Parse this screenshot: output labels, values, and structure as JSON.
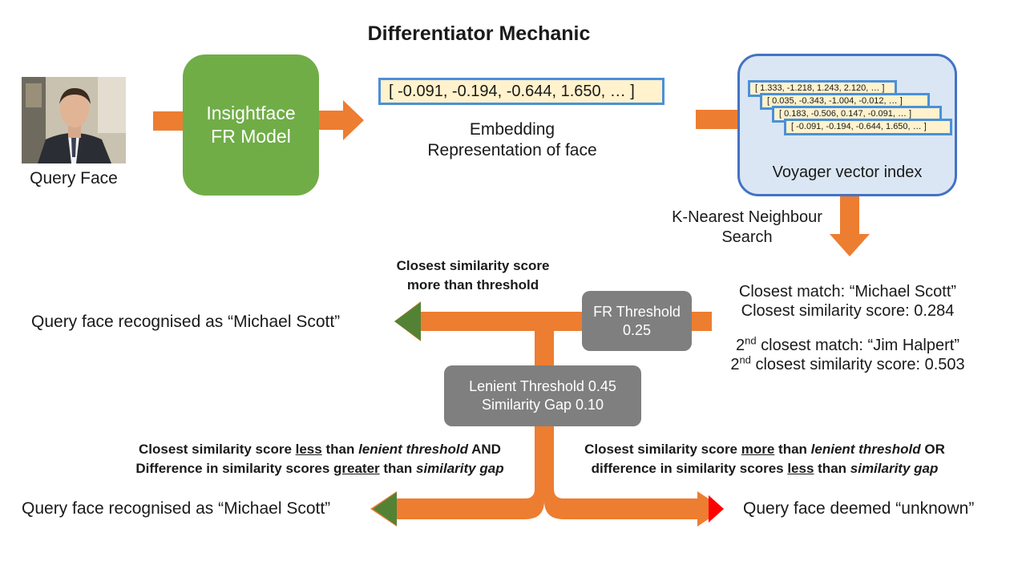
{
  "title": "Differentiator Mechanic",
  "query_face": {
    "caption": "Query Face"
  },
  "model": {
    "line1": "Insightface",
    "line2": "FR Model"
  },
  "embedding": {
    "vector": "[ -0.091, -0.194, -0.644, 1.650, … ]",
    "caption_line1": "Embedding",
    "caption_line2": "Representation of face"
  },
  "index": {
    "label": "Voyager vector index",
    "vectors": [
      "[ 1.333, -1.218, 1.243, 2.120, … ]",
      "[ 0.035, -0.343, -1.004, -0.012, … ]",
      "[ 0.183, -0.506, 0.147, -0.091, … ]",
      "[ -0.091, -0.194, -0.644, 1.650, … ]"
    ]
  },
  "knn": {
    "line1": "K-Nearest Neighbour",
    "line2": "Search"
  },
  "match_info": {
    "closest_match": "Closest match: “Michael Scott”",
    "closest_score": "Closest similarity score: 0.284",
    "second_prefix": "2",
    "second_sup": "nd",
    "second_match_rest": " closest match: “Jim Halpert”",
    "second_score_rest": " closest similarity score: 0.503"
  },
  "fr_threshold": {
    "line1": "FR Threshold",
    "line2": "0.25"
  },
  "lenient": {
    "line1": "Lenient Threshold 0.45",
    "line2": "Similarity Gap 0.10"
  },
  "condition_top": {
    "line1": "Closest similarity score",
    "line2": "more than threshold"
  },
  "condition_left": {
    "a1": "Closest similarity score ",
    "a2": "less",
    "a3": " than ",
    "a4": "lenient threshold",
    "a5": " AND",
    "b1": "Difference in similarity scores ",
    "b2": "greater",
    "b3": " than ",
    "b4": "similarity gap"
  },
  "condition_right": {
    "a1": "Closest similarity score ",
    "a2": "more",
    "a3": " than ",
    "a4": "lenient threshold",
    "a5": " OR",
    "b1": "difference in similarity scores ",
    "b2": "less",
    "b3": " than ",
    "b4": "similarity gap"
  },
  "results": {
    "top": "Query face recognised as “Michael Scott”",
    "bottom_left": "Query face recognised as “Michael Scott”",
    "bottom_right": "Query face deemed “unknown”"
  },
  "colors": {
    "arrow": "#ed7d31",
    "model_box": "#70ad47",
    "threshold_box": "#7f7f7f",
    "index_box": "#dae6f3",
    "vector_fill": "#fff2cc",
    "vector_border": "#4a90d9",
    "accept_tip": "#548235",
    "reject_tip": "#ff0000"
  }
}
